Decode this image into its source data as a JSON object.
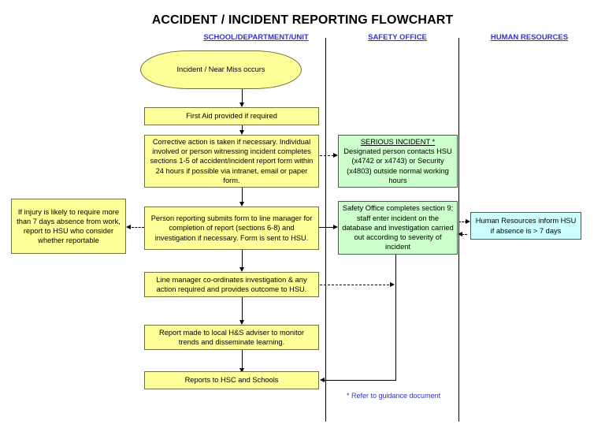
{
  "document": {
    "title": "ACCIDENT / INCIDENT REPORTING FLOWCHART"
  },
  "columns": [
    {
      "id": "school",
      "label": "SCHOOL/DEPARTMENT/UNIT"
    },
    {
      "id": "safety",
      "label": "SAFETY OFFICE"
    },
    {
      "id": "hr",
      "label": "HUMAN RESOURCES"
    }
  ],
  "colors": {
    "process_fill": "#ffff99",
    "safety_fill": "#ccffcc",
    "hr_fill": "#ccffff",
    "header_text": "#3333cc",
    "footnote_text": "#3333cc",
    "line": "#000000"
  },
  "nodes": {
    "incident": {
      "text": "Incident / Near Miss occurs",
      "shape": "terminator",
      "lane": "school"
    },
    "first_aid": {
      "text": "First Aid provided if required",
      "shape": "process",
      "lane": "school"
    },
    "corrective_action": {
      "text": "Corrective action is taken if necessary. Individual involved or person witnessing incident completes sections 1-5 of accident/incident report form within 24 hours if possible via intranet, email or paper form.",
      "shape": "process",
      "lane": "school"
    },
    "serious_incident": {
      "heading": "SERIOUS INCIDENT *",
      "text": "Designated person contacts HSU (x4742 or x4743) or Security (x4803) outside normal working hours",
      "shape": "process",
      "lane": "safety"
    },
    "submits_form": {
      "text": "Person reporting submits form to line manager for completion of report (sections 6-8) and investigation if necessary.  Form is sent to HSU.",
      "shape": "process",
      "lane": "school"
    },
    "safety_office_completes": {
      "text": "Safety Office completes section 9; staff enter incident on the database and investigation carried out according to severity of incident",
      "shape": "process",
      "lane": "safety"
    },
    "injury_7_days": {
      "text": "If injury is likely to require more than 7 days absence from work, report to HSU who consider whether reportable",
      "shape": "process",
      "lane": "left-aside"
    },
    "hr_inform": {
      "text": "Human Resources inform HSU if absence is > 7 days",
      "shape": "process",
      "lane": "hr"
    },
    "line_manager": {
      "text": "Line manager co-ordinates investigation & any action required and provides outcome to HSU.",
      "shape": "process",
      "lane": "school"
    },
    "hs_adviser": {
      "text": "Report made to local H&S adviser to monitor trends and disseminate learning.",
      "shape": "process",
      "lane": "school"
    },
    "reports_hsc": {
      "text": "Reports to HSC and Schools",
      "shape": "process",
      "lane": "school"
    }
  },
  "footnote": {
    "text": "* Refer to guidance document"
  }
}
